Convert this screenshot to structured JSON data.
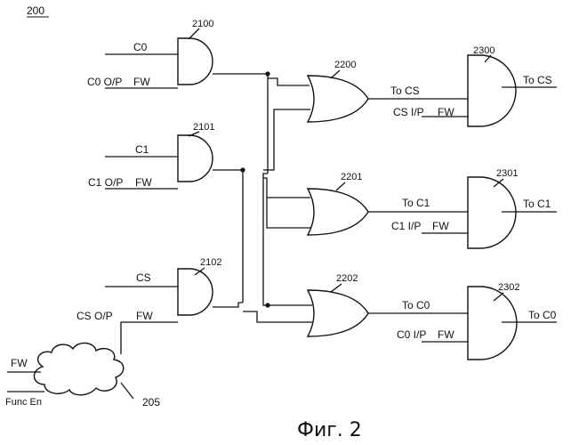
{
  "figure_number": "200",
  "caption": "Фиг. 2",
  "cloud": {
    "ref": "205",
    "inputs": [
      "FW",
      "Func En"
    ]
  },
  "and_gates_left": [
    {
      "ref": "2100",
      "inputs": [
        "C0",
        "C0 O/P",
        "FW"
      ]
    },
    {
      "ref": "2101",
      "inputs": [
        "C1",
        "C1 O/P",
        "FW"
      ]
    },
    {
      "ref": "2102",
      "inputs": [
        "CS",
        "CS O/P",
        "FW"
      ]
    }
  ],
  "or_gates": [
    {
      "ref": "2200",
      "output": "To CS"
    },
    {
      "ref": "2201",
      "output": "To C1"
    },
    {
      "ref": "2202",
      "output": "To C0"
    }
  ],
  "and_gates_right": [
    {
      "ref": "2300",
      "inputs": [
        "CS I/P",
        "FW"
      ],
      "output": "To CS"
    },
    {
      "ref": "2301",
      "inputs": [
        "C1 I/P",
        "FW"
      ],
      "output": "To C1"
    },
    {
      "ref": "2302",
      "inputs": [
        "C0 I/P",
        "FW"
      ],
      "output": "To C0"
    }
  ]
}
